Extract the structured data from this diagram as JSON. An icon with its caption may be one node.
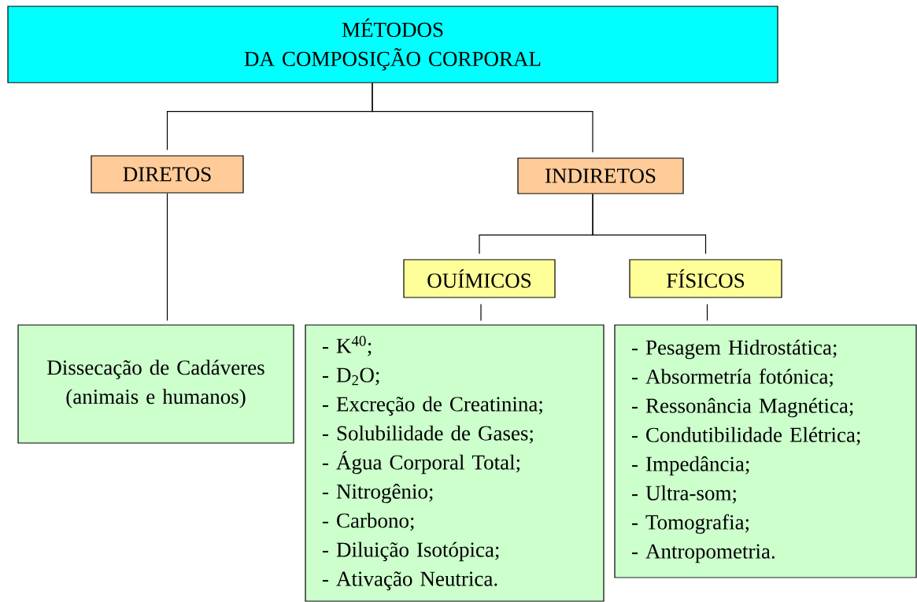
{
  "diagram": {
    "nodes": [
      {
        "text": [
          "MÉTODOS",
          "DA COMPOSIÇÃO CORPORAL"
        ]
      },
      {
        "text": [
          "DIRETOS"
        ]
      },
      {
        "text": [
          "INDIRETOS"
        ]
      },
      {
        "text": [
          "OUÍMICOS"
        ]
      },
      {
        "text": [
          "FÍSICOS"
        ]
      },
      {
        "text": [
          "Dissecação de Cadáveres (animais e humanos)"
        ]
      },
      {
        "text": [
          "- K$^{40}$;",
          "- D$_{2}$O;",
          "- Excreção de Creatinina;",
          "- Solubilidade de Gases;",
          "- Água Corporal Total;",
          "- Nitrogênio;",
          "- Carbono;",
          "- Diluição Isotópica;",
          "- Ativação Neutrica."
        ]
      },
      {
        "text": [
          "- Pesagem Hidrostática;",
          "- Absormetría fotónica;",
          "- Ressonância Magnética;",
          "- Condutibilidade Elétrica;",
          "- Impedância;",
          "- Ultra-som;",
          "- Tomografia;",
          "- Antropometria."
        ]
      }
    ],
    "edges": [
      {
        "from": 0,
        "to": 1,
        "arrow": "none"
      },
      {
        "from": 0,
        "to": 2,
        "arrow": "none"
      },
      {
        "from": 2,
        "to": 3,
        "arrow": "none"
      },
      {
        "from": 2,
        "to": 4,
        "arrow": "none"
      },
      {
        "from": 3,
        "to": 6,
        "arrow": "none"
      },
      {
        "from": 4,
        "to": 7,
        "arrow": "none"
      },
      {
        "from": 1,
        "to": 5,
        "arrow": "none"
      }
    ]
  }
}
